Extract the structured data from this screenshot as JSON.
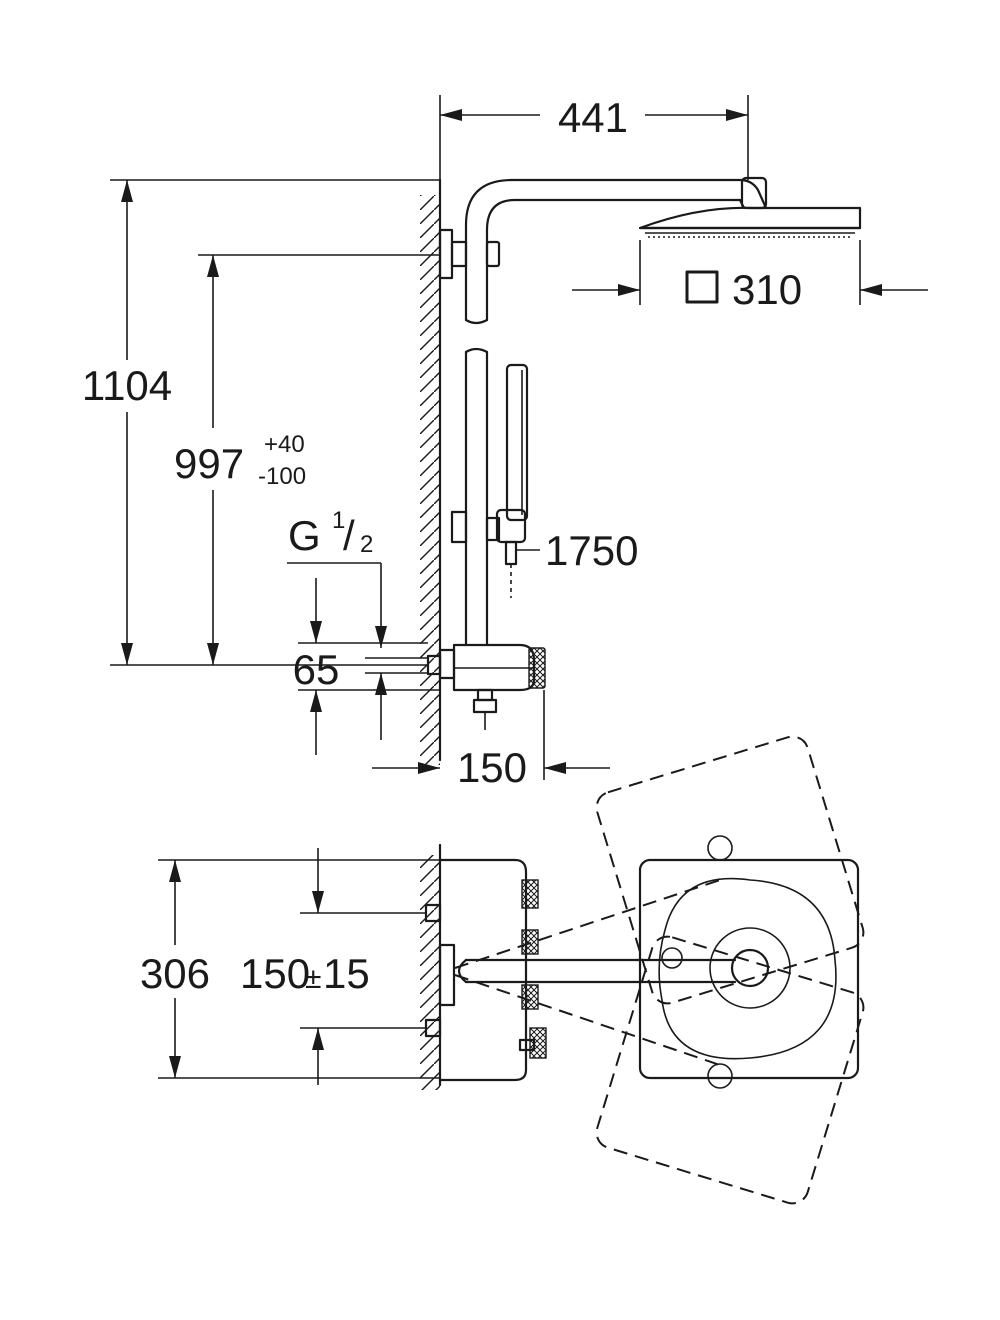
{
  "side_view": {
    "dim_width_441": "441",
    "dim_height_1104": "1104",
    "dim_height_997": "997",
    "tol_plus": "+40",
    "tol_minus": "-100",
    "thread_label": "G",
    "thread_num": "1",
    "thread_den": "2",
    "dim_hose_1750": "1750",
    "dim_65": "65",
    "dim_150": "150",
    "head_size_label": "310"
  },
  "top_view": {
    "dim_306": "306",
    "dim_150_base": "150",
    "dim_150_tol": "±15"
  },
  "icons": {
    "square_symbol": "square-size-icon"
  }
}
